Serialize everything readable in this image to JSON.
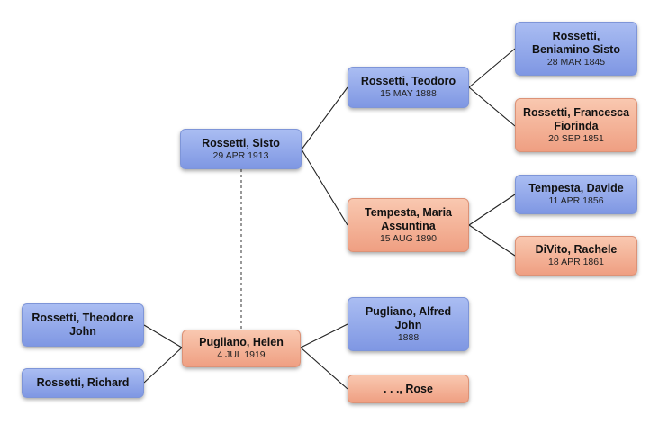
{
  "people": {
    "beniamino": {
      "name": "Rossetti,\nBeniamino Sisto",
      "date": "28 MAR 1845"
    },
    "francesca": {
      "name": "Rossetti, Francesca\nFiorinda",
      "date": "20 SEP 1851"
    },
    "teodoro": {
      "name": "Rossetti, Teodoro",
      "date": "15 MAY 1888"
    },
    "sisto": {
      "name": "Rossetti, Sisto",
      "date": "29 APR 1913"
    },
    "maria": {
      "name": "Tempesta, Maria\nAssuntina",
      "date": "15 AUG 1890"
    },
    "davide": {
      "name": "Tempesta, Davide",
      "date": "11 APR 1856"
    },
    "rachele": {
      "name": "DiVito, Rachele",
      "date": "18 APR 1861"
    },
    "theodore_john": {
      "name": "Rossetti, Theodore\nJohn"
    },
    "richard": {
      "name": "Rossetti, Richard"
    },
    "helen": {
      "name": "Pugliano, Helen",
      "date": "4 JUL 1919"
    },
    "alfred": {
      "name": "Pugliano, Alfred\nJohn",
      "date": "1888"
    },
    "rose": {
      "name": ". . ., Rose"
    }
  },
  "colors": {
    "male": "#8fa7ea",
    "female": "#f4ae92",
    "line": "#222222",
    "spouse_line": "#555555"
  }
}
